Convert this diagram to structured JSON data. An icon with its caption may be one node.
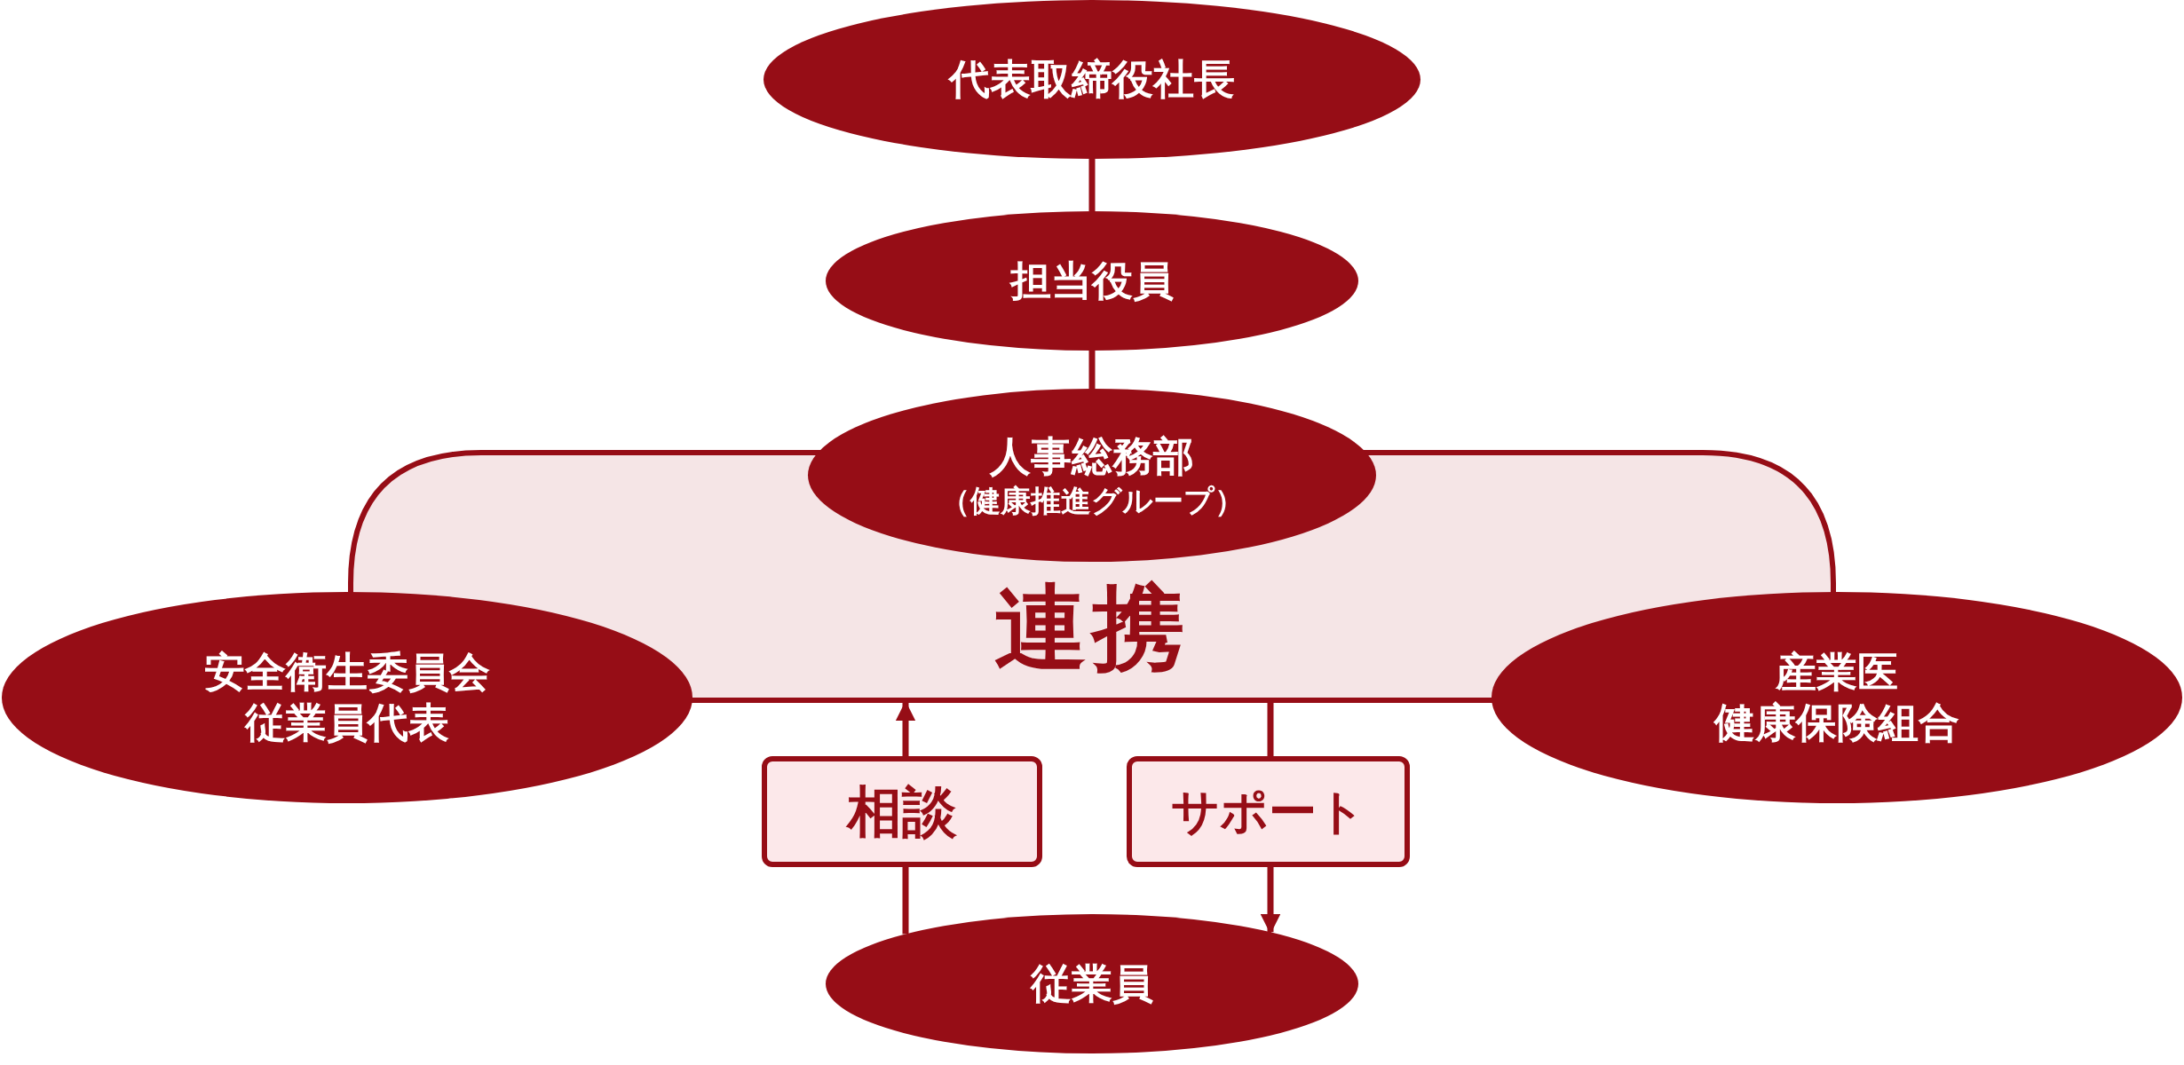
{
  "diagram": {
    "nodes": [
      {
        "text": [
          "代表取締役社長"
        ]
      },
      {
        "text": [
          "担当役員"
        ]
      },
      {
        "text": [
          "人事総務部",
          "（健康推進グループ）"
        ]
      },
      {
        "text": [
          "連携"
        ]
      },
      {
        "text": [
          "安全衛生委員会",
          "従業員代表"
        ]
      },
      {
        "text": [
          "産業医",
          "健康保険組合"
        ]
      },
      {
        "text": [
          "相談"
        ]
      },
      {
        "text": [
          "サポート"
        ]
      },
      {
        "text": [
          "従業員"
        ]
      }
    ],
    "edges": [
      {
        "from": 0,
        "to": 1,
        "arrow": "none"
      },
      {
        "from": 1,
        "to": 2,
        "arrow": "none"
      },
      {
        "from": 8,
        "to": 6,
        "arrow": "none"
      },
      {
        "from": 6,
        "to": 3,
        "arrow": "to"
      },
      {
        "from": 3,
        "to": 7,
        "arrow": "none"
      },
      {
        "from": 7,
        "to": 8,
        "arrow": "to"
      }
    ]
  }
}
